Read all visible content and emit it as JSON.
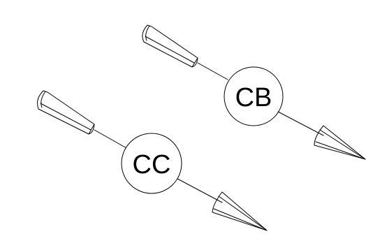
{
  "markers": [
    {
      "id": "cb",
      "label": "CB"
    },
    {
      "id": "cc",
      "label": "CC"
    }
  ],
  "colors": {
    "line": "#000000",
    "bubble_fill": "#ffffff",
    "background": "#ffffff"
  }
}
